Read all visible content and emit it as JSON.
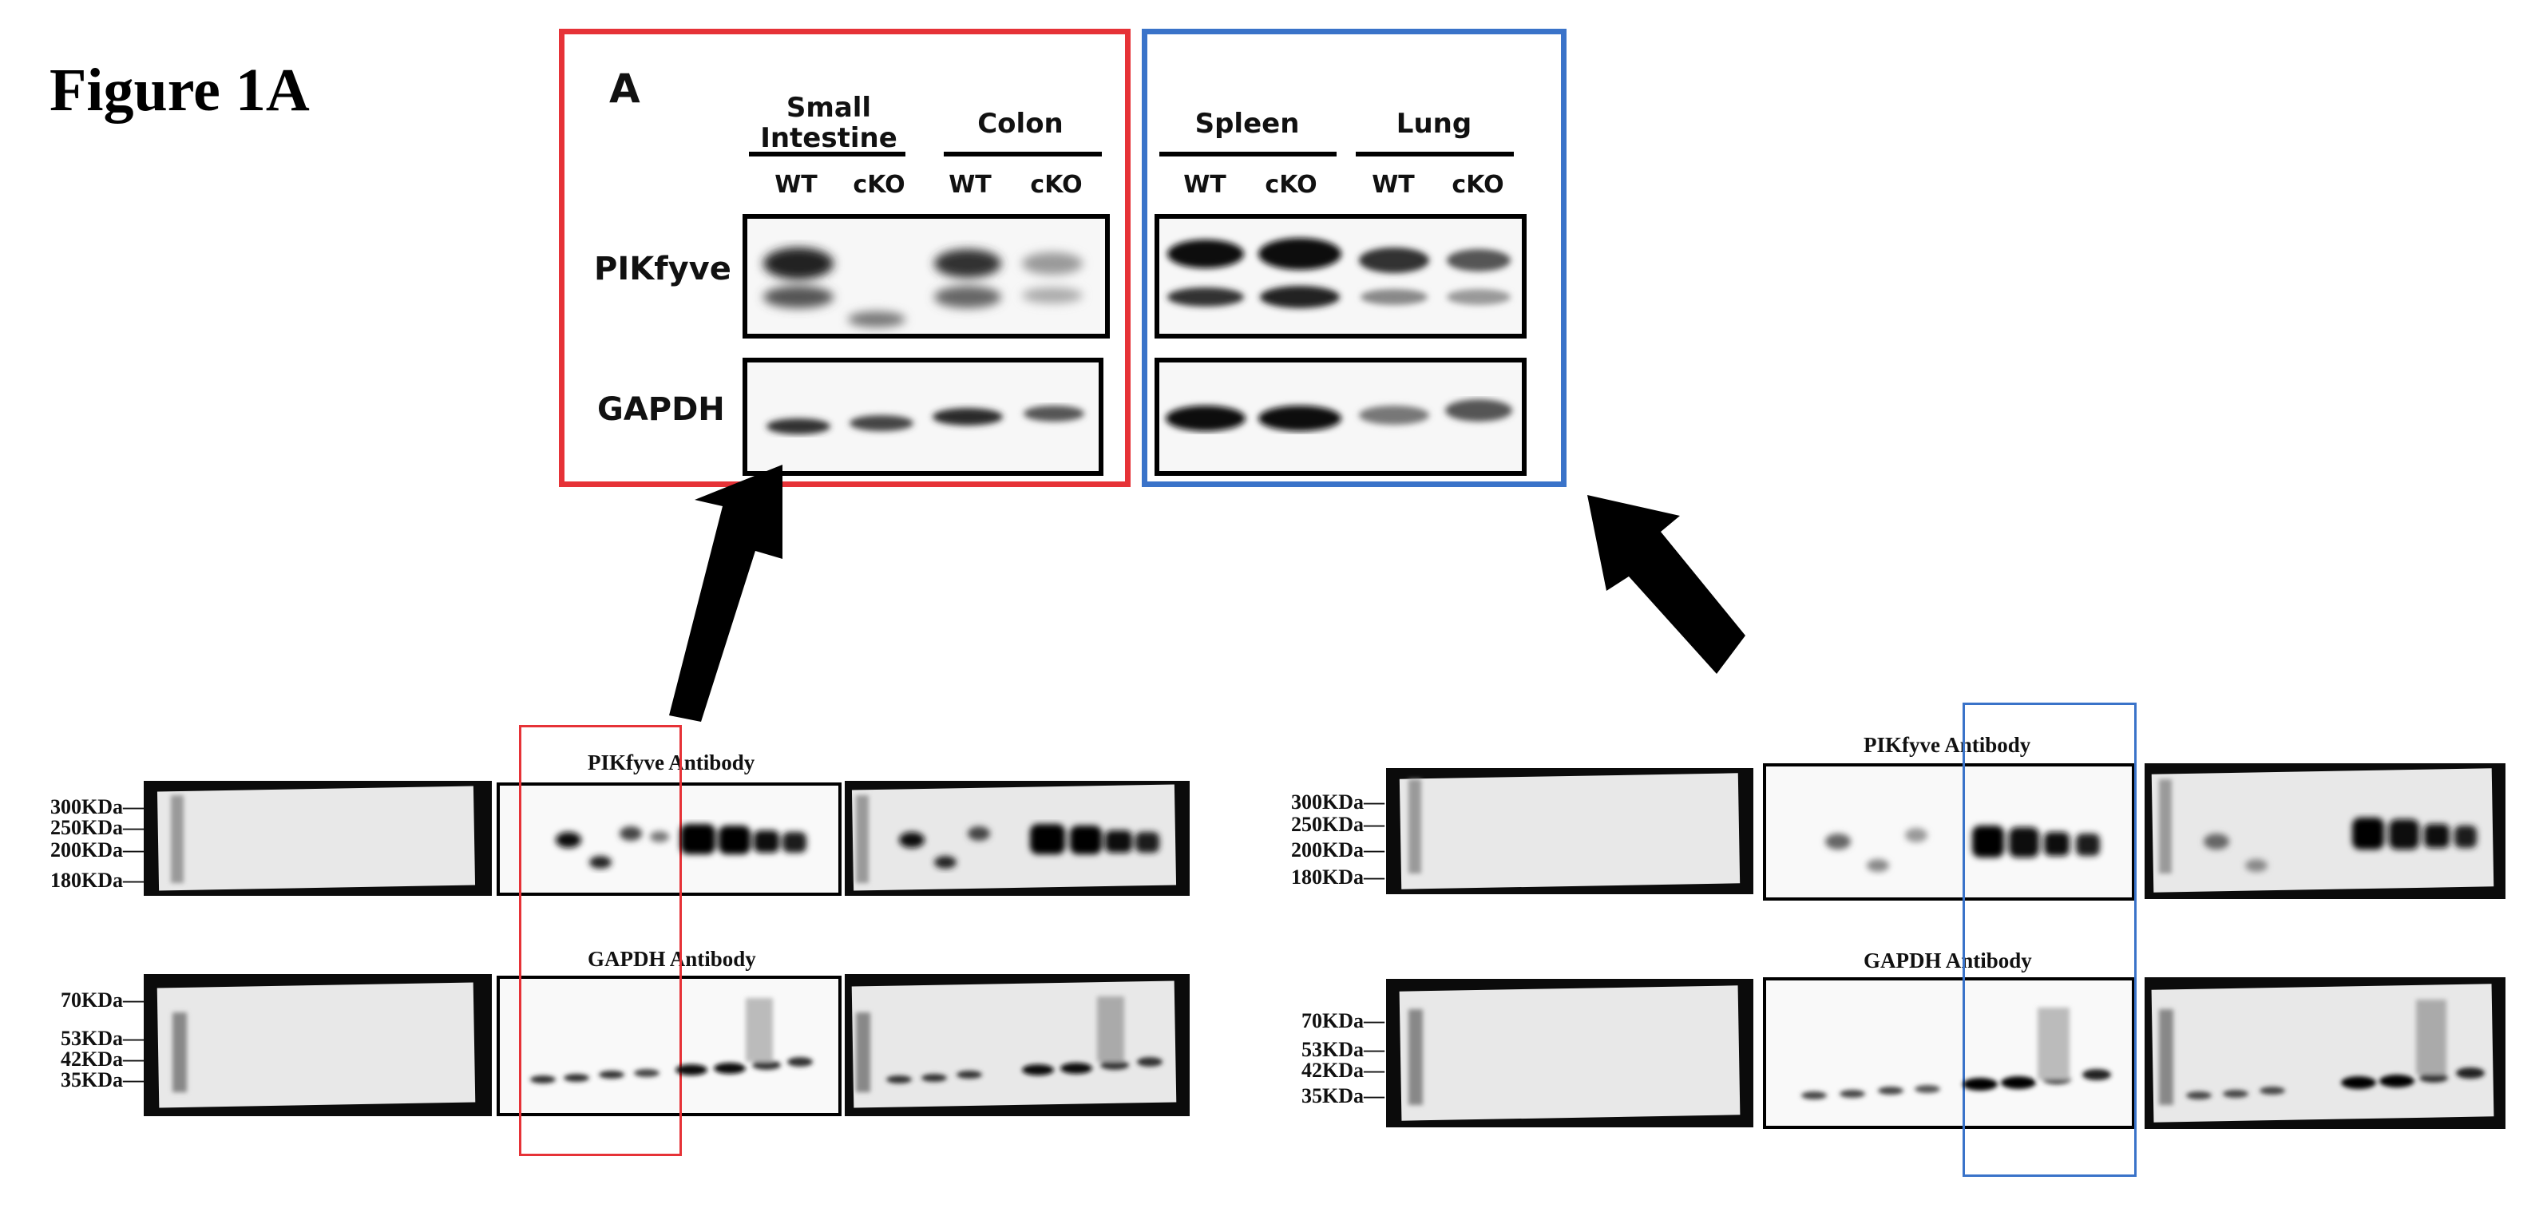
{
  "figure_title": "Figure 1A",
  "panel": {
    "letter": "A",
    "left_group": {
      "tissues": [
        {
          "name_line1": "Small",
          "name_line2": "Intestine"
        },
        {
          "name_line1": "Colon",
          "name_line2": ""
        }
      ],
      "lanes": [
        "WT",
        "cKO",
        "WT",
        "cKO"
      ]
    },
    "right_group": {
      "tissues": [
        {
          "name_line1": "Spleen",
          "name_line2": ""
        },
        {
          "name_line1": "Lung",
          "name_line2": ""
        }
      ],
      "lanes": [
        "WT",
        "cKO",
        "WT",
        "cKO"
      ]
    },
    "row_labels": [
      "PIKfyve",
      "GAPDH"
    ]
  },
  "raw_blots": {
    "left": {
      "pikfyve_antibody": "PIKfyve Antibody",
      "gapdh_antibody": "GAPDH Antibody",
      "pikfyve_markers": [
        "300KDa—",
        "250KDa—",
        "200KDa—",
        "180KDa—"
      ],
      "gapdh_markers": [
        "70KDa—",
        "53KDa—",
        "42KDa—",
        "35KDa—"
      ]
    },
    "right": {
      "pikfyve_antibody": "PIKfyve Antibody",
      "gapdh_antibody": "GAPDH Antibody",
      "pikfyve_markers": [
        "300KDa—",
        "250KDa—",
        "200KDa—",
        "180KDa—"
      ],
      "gapdh_markers": [
        "70KDa—",
        "53KDa—",
        "42KDa—",
        "35KDa—"
      ]
    }
  },
  "colors": {
    "highlight_left": "#e63237",
    "highlight_right": "#3a73c9",
    "arrow": "#000000"
  }
}
